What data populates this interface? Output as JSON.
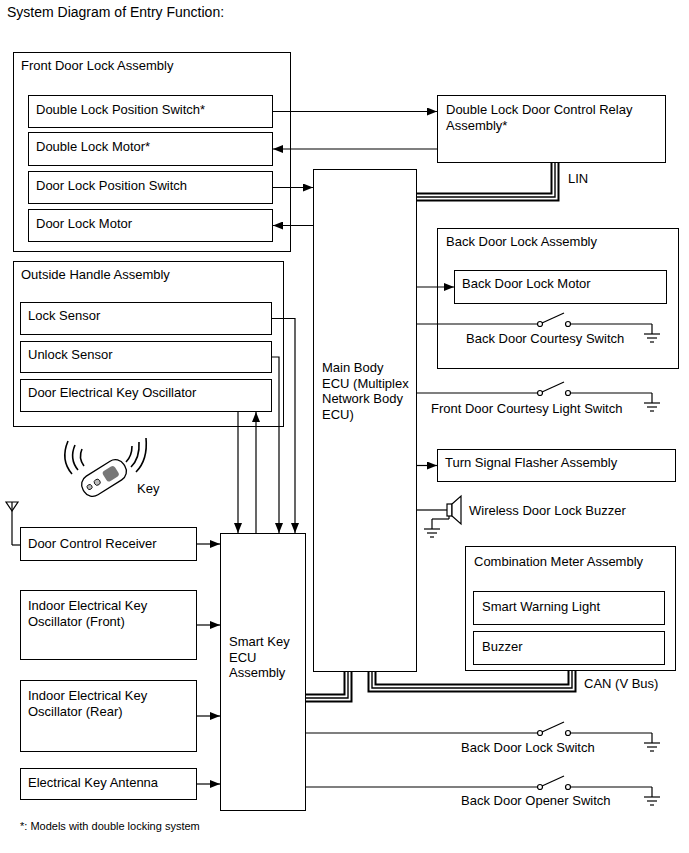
{
  "diagram": {
    "title": "System Diagram of Entry Function:",
    "caption": "*: Models with double locking system",
    "nodes": [
      {
        "text": [
          "Front Door Lock Assembly"
        ]
      },
      {
        "text": [
          "Double Lock Position Switch*"
        ],
        "in": 0
      },
      {
        "text": [
          "Double Lock Motor*"
        ],
        "in": 0
      },
      {
        "text": [
          "Door Lock Position Switch"
        ],
        "in": 0
      },
      {
        "text": [
          "Door Lock Motor"
        ],
        "in": 0
      },
      {
        "text": [
          "Double Lock Door Control Relay Assembly*"
        ]
      },
      {
        "text": [
          "Outside Handle Assembly"
        ]
      },
      {
        "text": [
          "Lock Sensor"
        ],
        "in": 6
      },
      {
        "text": [
          "Unlock Sensor"
        ],
        "in": 6
      },
      {
        "text": [
          "Door Electrical Key Oscillator"
        ],
        "in": 6
      },
      {
        "text": [
          "Main Body ECU (Multiplex Network Body ECU)"
        ]
      },
      {
        "text": [
          "Back Door Lock Assembly"
        ]
      },
      {
        "text": [
          "Back Door Lock Motor"
        ],
        "in": 11
      },
      {
        "text": [
          "Turn Signal Flasher Assembly"
        ]
      },
      {
        "text": [
          "Door Control Receiver"
        ]
      },
      {
        "text": [
          "Indoor Electrical Key Oscillator (Front)"
        ]
      },
      {
        "text": [
          "Smart Key ECU Assembly"
        ]
      },
      {
        "text": [
          "Combination Meter Assembly"
        ]
      },
      {
        "text": [
          "Smart Warning Light"
        ],
        "in": 17
      },
      {
        "text": [
          "Buzzer"
        ],
        "in": 17
      },
      {
        "text": [
          "Indoor Electrical Key Oscillator (Rear)"
        ]
      },
      {
        "text": [
          "Electrical Key Antenna"
        ]
      }
    ],
    "edges": [
      {
        "from": 1,
        "to": 5,
        "arrow": "to"
      },
      {
        "from": 5,
        "to": 2,
        "arrow": "to"
      },
      {
        "from": 3,
        "to": 10,
        "arrow": "to"
      },
      {
        "from": 10,
        "to": 4,
        "arrow": "to"
      },
      {
        "from": 5,
        "to": 10,
        "label": "LIN",
        "arrow": "none"
      },
      {
        "from": 10,
        "to": 12,
        "arrow": "to"
      },
      {
        "from": 10,
        "to": 13,
        "arrow": "to"
      },
      {
        "from": 7,
        "to": 16,
        "arrow": "to"
      },
      {
        "from": 8,
        "to": 16,
        "arrow": "to"
      },
      {
        "from": 9,
        "to": 16,
        "arrow": "to"
      },
      {
        "from": 16,
        "to": 9,
        "arrow": "to"
      },
      {
        "from": 14,
        "to": 16,
        "arrow": "to"
      },
      {
        "from": 15,
        "to": 16,
        "arrow": "to"
      },
      {
        "from": 20,
        "to": 16,
        "arrow": "to"
      },
      {
        "from": 21,
        "to": 16,
        "arrow": "to"
      },
      {
        "from": 16,
        "to": 10,
        "arrow": "none"
      },
      {
        "from": 10,
        "to": 17,
        "label": "CAN (V Bus)",
        "arrow": "none"
      }
    ],
    "labels": [
      "Key",
      "Back Door Courtesy Switch",
      "Front Door Courtesy Light Switch",
      "Wireless Door Lock Buzzer",
      "Back Door Lock Switch",
      "Back Door Opener Switch"
    ]
  }
}
